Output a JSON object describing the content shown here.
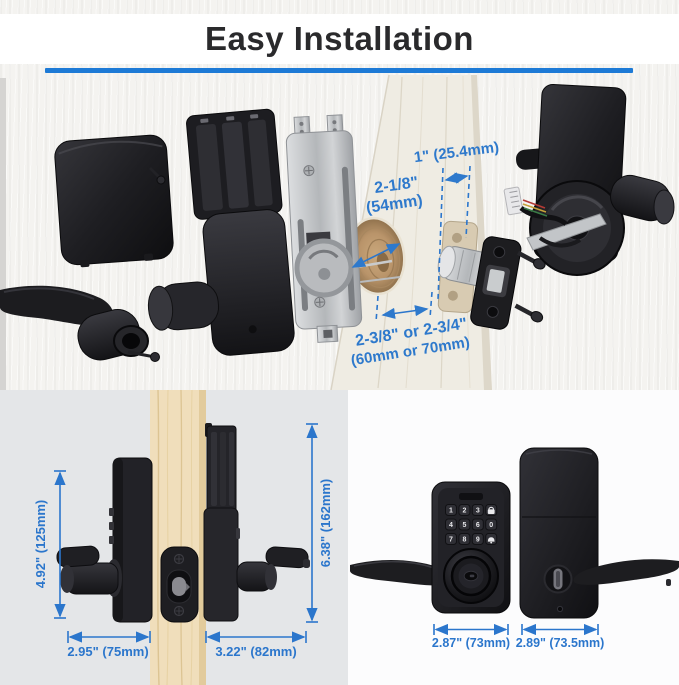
{
  "title": {
    "text": "Easy Installation"
  },
  "colors": {
    "accent_blue": "#2b76cc",
    "underline_blue": "#1d7ad6",
    "title_color": "#2a2a2c",
    "hardware_black": "#1d1d20",
    "metal_silver": "#c8cacd",
    "wood_light": "#f0debb"
  },
  "icons": {
    "keypad_lock_key": "lock-icon",
    "keypad_doorbell_key": "doorbell-icon"
  },
  "top_diagram": {
    "hole_width_label": "1\" (25.4mm)",
    "bore_label_line1": "2-1/8\"",
    "bore_label_line2": "(54mm)",
    "backset_label_line1": "2-3/8\" or 2-3/4\"",
    "backset_label_line2": "(60mm or 70mm)"
  },
  "side_view": {
    "left_height_label": "4.92\" (125mm)",
    "right_height_label": "6.38\" (162mm)",
    "left_depth_label": "2.95\" (75mm)",
    "right_depth_label": "3.22\" (82mm)"
  },
  "front_back": {
    "front_width_label": "2.87\" (73mm)",
    "back_width_label": "2.89\" (73.5mm)",
    "keys": [
      "1",
      "2",
      "3",
      "4",
      "5",
      "6",
      "0",
      "7",
      "8",
      "9"
    ]
  }
}
